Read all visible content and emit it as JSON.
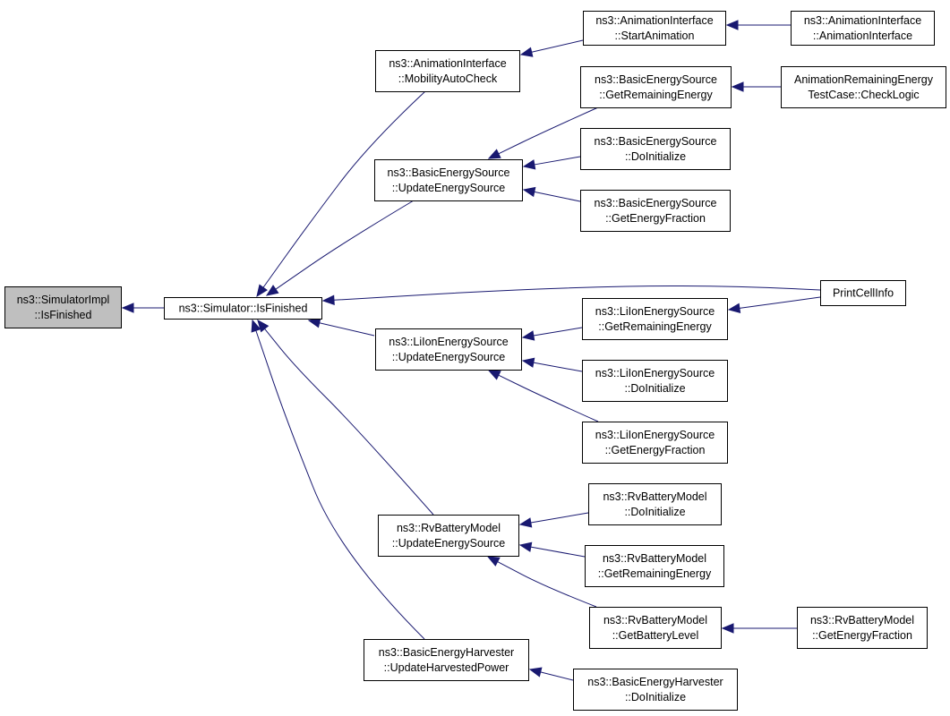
{
  "colors": {
    "edge": "#191970",
    "node_fill": "#ffffff",
    "root_fill": "#bfbfbf",
    "border": "#000000"
  },
  "nodes": [
    {
      "id": "sim_impl_isfinished",
      "root": true,
      "lines": [
        "ns3::SimulatorImpl",
        "::IsFinished"
      ]
    },
    {
      "id": "simulator_isfinished",
      "lines": [
        "ns3::Simulator::IsFinished"
      ]
    },
    {
      "id": "anim_mobility",
      "lines": [
        "ns3::AnimationInterface",
        "::MobilityAutoCheck"
      ]
    },
    {
      "id": "anim_start",
      "lines": [
        "ns3::AnimationInterface",
        "::StartAnimation"
      ]
    },
    {
      "id": "anim_ctor",
      "lines": [
        "ns3::AnimationInterface",
        "::AnimationInterface"
      ]
    },
    {
      "id": "bes_update",
      "lines": [
        "ns3::BasicEnergySource",
        "::UpdateEnergySource"
      ]
    },
    {
      "id": "bes_remaining",
      "lines": [
        "ns3::BasicEnergySource",
        "::GetRemainingEnergy"
      ]
    },
    {
      "id": "are_checklogic",
      "lines": [
        "AnimationRemainingEnergy",
        "TestCase::CheckLogic"
      ]
    },
    {
      "id": "bes_doinit",
      "lines": [
        "ns3::BasicEnergySource",
        "::DoInitialize"
      ]
    },
    {
      "id": "bes_fraction",
      "lines": [
        "ns3::BasicEnergySource",
        "::GetEnergyFraction"
      ]
    },
    {
      "id": "printcellinfo",
      "lines": [
        "PrintCellInfo"
      ]
    },
    {
      "id": "li_update",
      "lines": [
        "ns3::LiIonEnergySource",
        "::UpdateEnergySource"
      ]
    },
    {
      "id": "li_remaining",
      "lines": [
        "ns3::LiIonEnergySource",
        "::GetRemainingEnergy"
      ]
    },
    {
      "id": "li_doinit",
      "lines": [
        "ns3::LiIonEnergySource",
        "::DoInitialize"
      ]
    },
    {
      "id": "li_fraction",
      "lines": [
        "ns3::LiIonEnergySource",
        "::GetEnergyFraction"
      ]
    },
    {
      "id": "rv_update",
      "lines": [
        "ns3::RvBatteryModel",
        "::UpdateEnergySource"
      ]
    },
    {
      "id": "rv_doinit",
      "lines": [
        "ns3::RvBatteryModel",
        "::DoInitialize"
      ]
    },
    {
      "id": "rv_remaining",
      "lines": [
        "ns3::RvBatteryModel",
        "::GetRemainingEnergy"
      ]
    },
    {
      "id": "rv_level",
      "lines": [
        "ns3::RvBatteryModel",
        "::GetBatteryLevel"
      ]
    },
    {
      "id": "rv_fraction",
      "lines": [
        "ns3::RvBatteryModel",
        "::GetEnergyFraction"
      ]
    },
    {
      "id": "beh_update",
      "lines": [
        "ns3::BasicEnergyHarvester",
        "::UpdateHarvestedPower"
      ]
    },
    {
      "id": "beh_doinit",
      "lines": [
        "ns3::BasicEnergyHarvester",
        "::DoInitialize"
      ]
    }
  ],
  "edges": [
    {
      "from": "simulator_isfinished",
      "to": "sim_impl_isfinished"
    },
    {
      "from": "anim_mobility",
      "to": "simulator_isfinished"
    },
    {
      "from": "anim_start",
      "to": "anim_mobility"
    },
    {
      "from": "anim_ctor",
      "to": "anim_start"
    },
    {
      "from": "bes_update",
      "to": "simulator_isfinished"
    },
    {
      "from": "bes_remaining",
      "to": "bes_update"
    },
    {
      "from": "are_checklogic",
      "to": "bes_remaining"
    },
    {
      "from": "bes_doinit",
      "to": "bes_update"
    },
    {
      "from": "bes_fraction",
      "to": "bes_update"
    },
    {
      "from": "printcellinfo",
      "to": "simulator_isfinished"
    },
    {
      "from": "li_update",
      "to": "simulator_isfinished"
    },
    {
      "from": "li_remaining",
      "to": "li_update"
    },
    {
      "from": "printcellinfo",
      "to": "li_remaining"
    },
    {
      "from": "li_doinit",
      "to": "li_update"
    },
    {
      "from": "li_fraction",
      "to": "li_update"
    },
    {
      "from": "rv_update",
      "to": "simulator_isfinished"
    },
    {
      "from": "rv_doinit",
      "to": "rv_update"
    },
    {
      "from": "rv_remaining",
      "to": "rv_update"
    },
    {
      "from": "rv_level",
      "to": "rv_update"
    },
    {
      "from": "rv_fraction",
      "to": "rv_level"
    },
    {
      "from": "beh_update",
      "to": "simulator_isfinished"
    },
    {
      "from": "beh_doinit",
      "to": "beh_update"
    }
  ]
}
